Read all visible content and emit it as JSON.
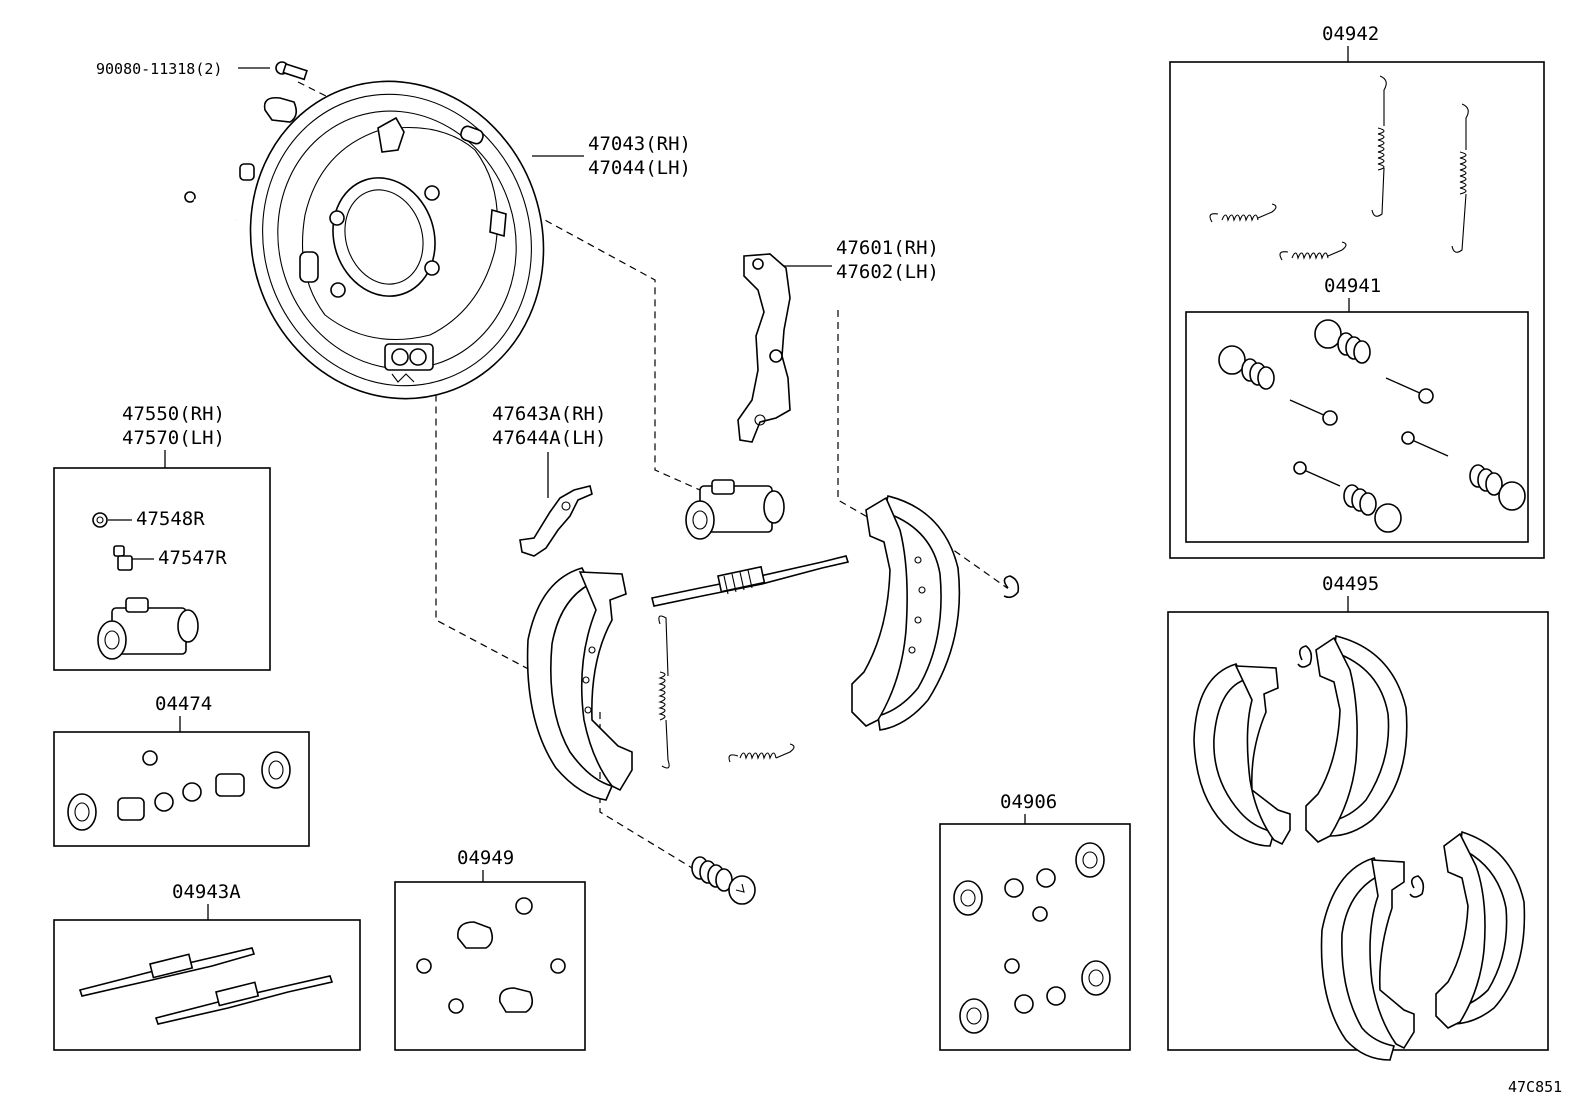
{
  "labels": {
    "bolt": "90080-11318(2)",
    "backing_plate_rh": "47043(RH)",
    "backing_plate_lh": "47044(LH)",
    "wheel_cyl_assy_rh": "47550(RH)",
    "wheel_cyl_assy_lh": "47570(LH)",
    "bleeder_cap": "47548R",
    "bleeder_plug": "47547R",
    "parking_lever_rh": "47601(RH)",
    "parking_lever_lh": "47602(LH)",
    "strut_rh": "47643A(RH)",
    "strut_lh": "47644A(LH)",
    "kit_04474": "04474",
    "kit_04943a": "04943A",
    "kit_04949": "04949",
    "kit_04906": "04906",
    "kit_04942": "04942",
    "kit_04941": "04941",
    "kit_04495": "04495",
    "ref": "47C851"
  }
}
